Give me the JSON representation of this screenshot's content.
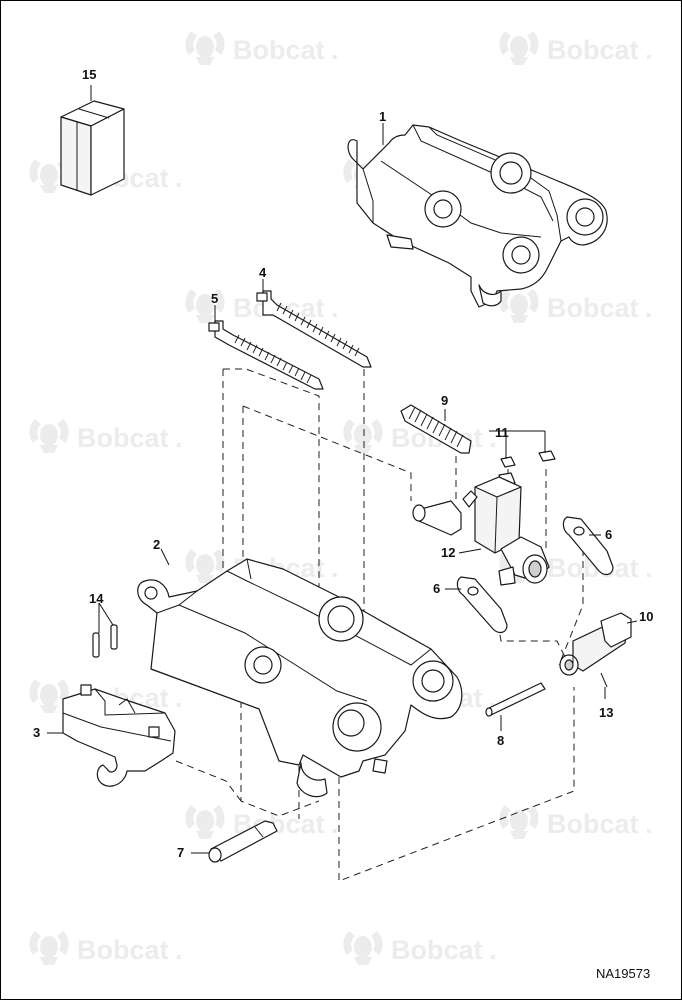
{
  "watermark": {
    "brand": "Bobcat",
    "registered": "."
  },
  "callouts": {
    "c1": "1",
    "c2": "2",
    "c3": "3",
    "c4": "4",
    "c5": "5",
    "c6a": "6",
    "c6b": "6",
    "c7": "7",
    "c8": "8",
    "c9": "9",
    "c10": "10",
    "c11": "11",
    "c12": "12",
    "c13": "13",
    "c14": "14",
    "c15": "15"
  },
  "reference_code": "NA19573"
}
